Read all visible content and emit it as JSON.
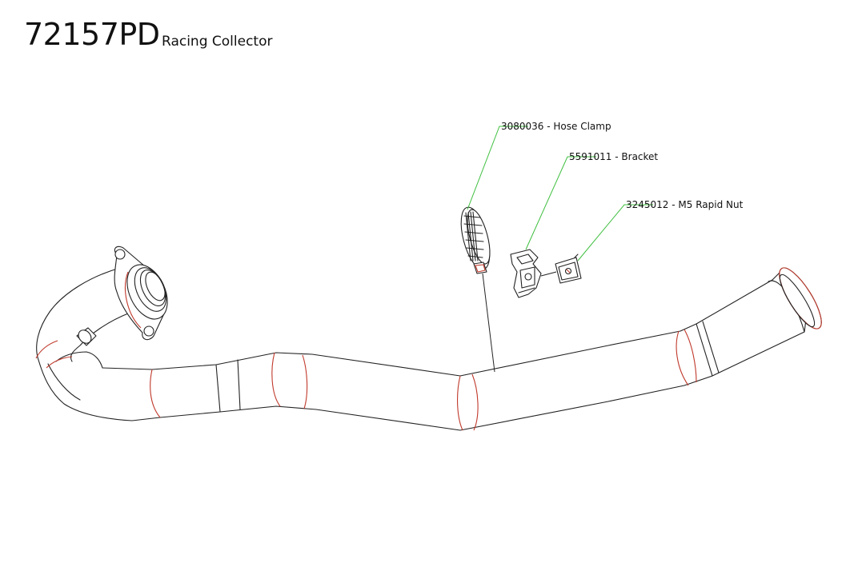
{
  "header": {
    "part_number": "72157PD",
    "part_name": "Racing Collector"
  },
  "callouts": [
    {
      "id": "hose-clamp",
      "label": "3080036 - Hose Clamp"
    },
    {
      "id": "bracket",
      "label": "5591011 - Bracket"
    },
    {
      "id": "rapid-nut",
      "label": "3245012 - M5 Rapid Nut"
    }
  ],
  "colors": {
    "outline": "#222222",
    "weld_marks": "#c0392b",
    "leader_lines": "#3fbf3f"
  }
}
